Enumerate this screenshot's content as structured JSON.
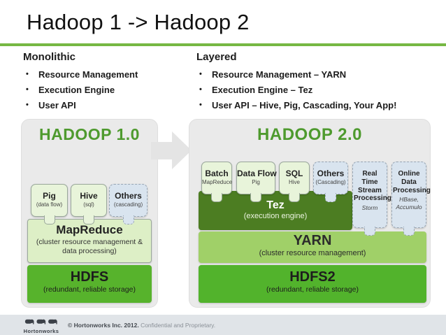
{
  "slide": {
    "title": "Hadoop 1 -> Hadoop 2"
  },
  "comparison": {
    "left": {
      "heading": "Monolithic",
      "bullets": [
        "Resource Management",
        "Execution Engine",
        "User API"
      ]
    },
    "right": {
      "heading": "Layered",
      "bullets": [
        "Resource Management – YARN",
        "Execution Engine – Tez",
        "User API – Hive, Pig, Cascading, Your App!"
      ]
    }
  },
  "hadoop1": {
    "title": "HADOOP 1.0",
    "apps": [
      {
        "name": "Pig",
        "subtitle": "(data flow)"
      },
      {
        "name": "Hive",
        "subtitle": "(sql)"
      },
      {
        "name": "Others",
        "subtitle": "(cascading)"
      }
    ],
    "layers": {
      "mapreduce": {
        "title": "MapReduce",
        "subtitle": "(cluster resource management & data processing)"
      },
      "hdfs": {
        "title": "HDFS",
        "subtitle": "(redundant, reliable storage)"
      }
    }
  },
  "hadoop2": {
    "title": "HADOOP 2.0",
    "apps": [
      {
        "name": "Batch",
        "subtitle": "MapReduce"
      },
      {
        "name": "Data Flow",
        "subtitle": "Pig"
      },
      {
        "name": "SQL",
        "subtitle": "Hive"
      },
      {
        "name": "Others",
        "subtitle": "(Cascading)"
      },
      {
        "name": "Real Time Stream Processing",
        "subtitle": "Storm"
      },
      {
        "name": "Online Data Processing",
        "subtitle": "HBase, Accumulo"
      }
    ],
    "layers": {
      "tez": {
        "title": "Tez",
        "subtitle": "(execution engine)"
      },
      "yarn": {
        "title": "YARN",
        "subtitle": "(cluster resource management)"
      },
      "hdfs2": {
        "title": "HDFS2",
        "subtitle": "(redundant, reliable storage)"
      }
    }
  },
  "footer": {
    "logo": "Hortonworks",
    "copyright": "© Hortonworks Inc. 2012.",
    "confidential": " Confidential and Proprietary."
  },
  "colors": {
    "accent_green": "#76b843",
    "heading_green": "#4e9a2e",
    "tez_dark_green": "#4c7d22",
    "yarn_mid_green": "#a0d068",
    "hdfs_bright_green": "#57b32c",
    "light_green_box": "#e8f4da",
    "mapreduce_green": "#ddefc6",
    "blue_box": "#d9e4ef",
    "panel_gray": "#eaeaea",
    "footer_gray": "#e0e4e8"
  }
}
